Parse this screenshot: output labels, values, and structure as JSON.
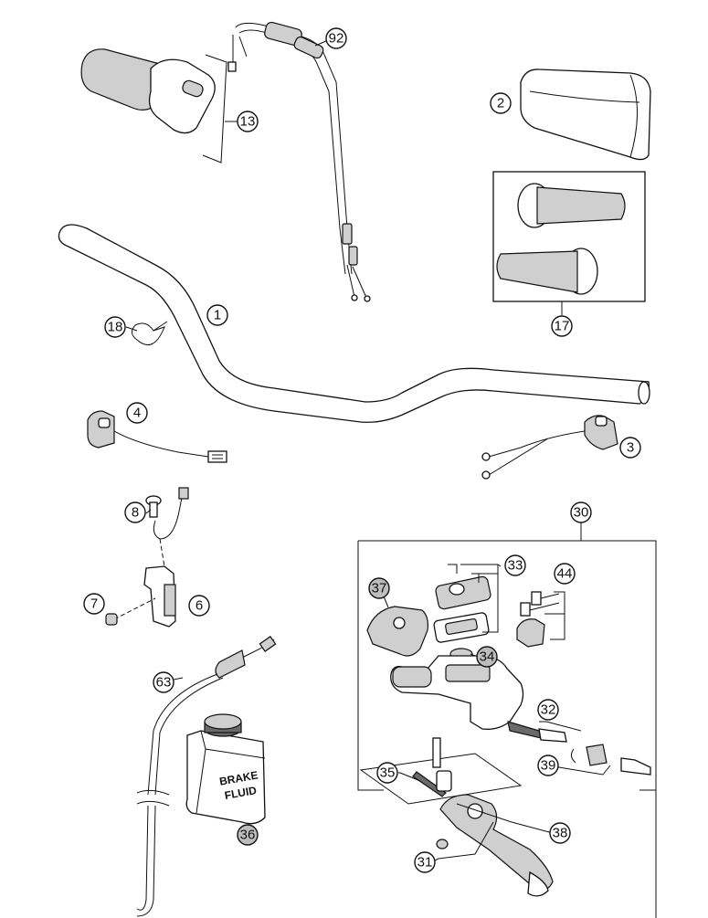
{
  "callouts": {
    "c1": "1",
    "c2": "2",
    "c3": "3",
    "c4": "4",
    "c6": "6",
    "c7": "7",
    "c8": "8",
    "c13": "13",
    "c17": "17",
    "c18": "18",
    "c30": "30",
    "c31": "31",
    "c32": "32",
    "c33": "33",
    "c34": "34",
    "c35": "35",
    "c36": "36",
    "c37": "37",
    "c38": "38",
    "c39": "39",
    "c44": "44",
    "c63": "63",
    "c92": "92"
  },
  "brake_fluid_label": {
    "line1": "BRAKE",
    "line2": "FLUID"
  }
}
